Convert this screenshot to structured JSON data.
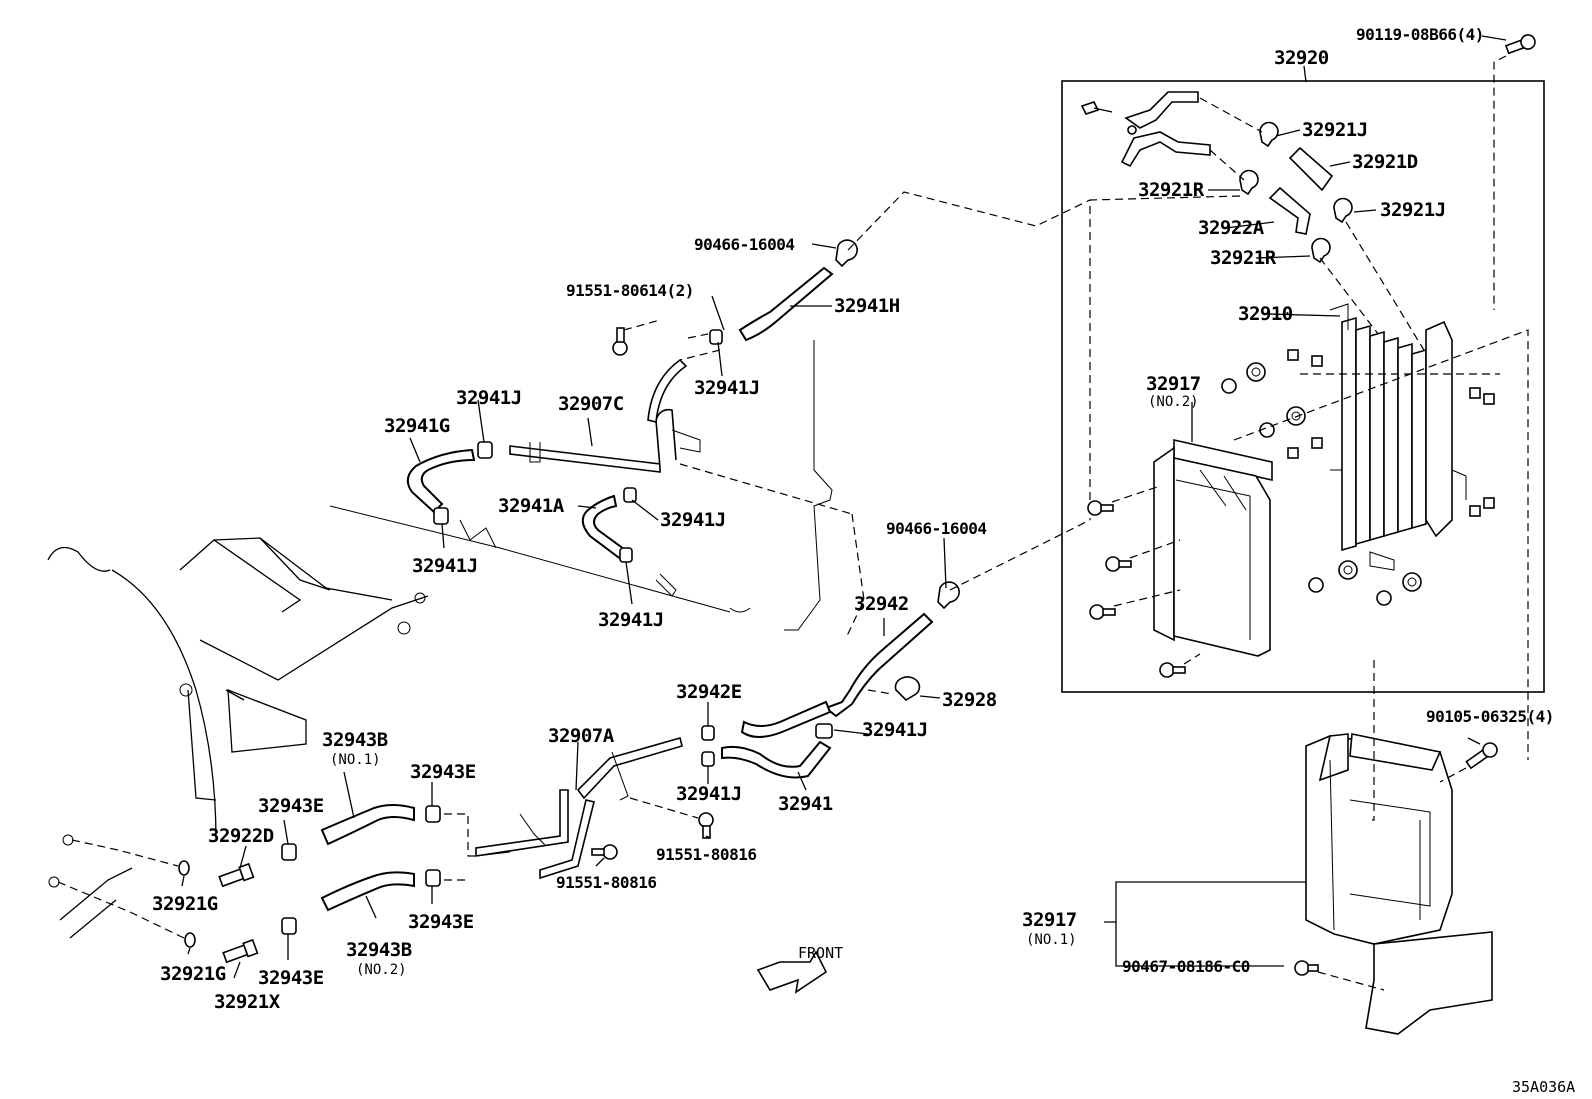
{
  "labels": {
    "p32920": "32920",
    "p90119": "90119-08B66(4)",
    "p32921J_a": "32921J",
    "p32921D": "32921D",
    "p32921R_a": "32921R",
    "p32921J_b": "32921J",
    "p32922A": "32922A",
    "p32921R_b": "32921R",
    "p32910": "32910",
    "p32917_no2": "32917",
    "p32917_no2_sub": "(NO.2)",
    "p90466_top": "90466-16004",
    "p91551_80614": "91551-80614(2)",
    "p32941H": "32941H",
    "p32941J_1": "32941J",
    "p32941J_2": "32941J",
    "p32907C": "32907C",
    "p32941G": "32941G",
    "p32941A": "32941A",
    "p32941J_3": "32941J",
    "p32941J_4": "32941J",
    "p32941J_5": "32941J",
    "p90466_mid": "90466-16004",
    "p32942": "32942",
    "p32928": "32928",
    "p32942E": "32942E",
    "p32941J_6": "32941J",
    "p32941J_7": "32941J",
    "p32941": "32941",
    "p32907A": "32907A",
    "p91551_80816_a": "91551-80816",
    "p91551_80816_b": "91551-80816",
    "p32943B_no1": "32943B",
    "p32943B_no1_sub": "(NO.1)",
    "p32943E_1": "32943E",
    "p32943E_2": "32943E",
    "p32922D": "32922D",
    "p32943E_3": "32943E",
    "p32943E_4": "32943E",
    "p32921G_1": "32921G",
    "p32921G_2": "32921G",
    "p32921X": "32921X",
    "p32943B_no2": "32943B",
    "p32943B_no2_sub": "(NO.2)",
    "p90105": "90105-06325(4)",
    "p32917_no1": "32917",
    "p32917_no1_sub": "(NO.1)",
    "p90467": "90467-08186-C0",
    "front": "FRONT",
    "ref_code": "35A036A"
  }
}
